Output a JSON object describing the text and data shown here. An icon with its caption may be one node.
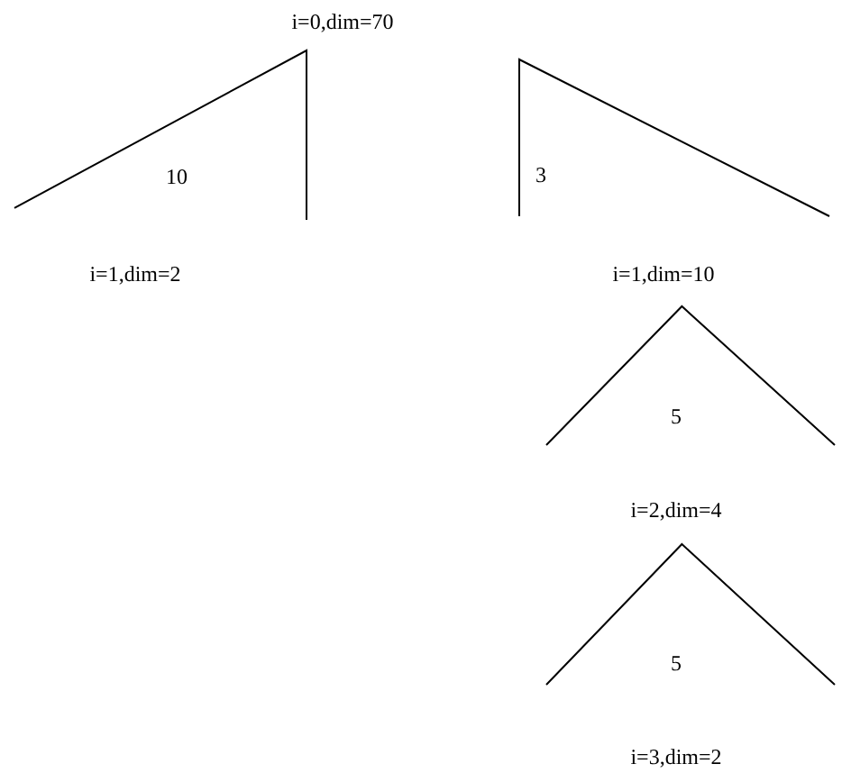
{
  "diagram": {
    "nodes": [
      {
        "text": [
          "i=0,dim=70"
        ]
      },
      {
        "text": [
          "10"
        ]
      },
      {
        "text": [
          "3"
        ]
      },
      {
        "text": [
          "i=1,dim=2"
        ]
      },
      {
        "text": [
          "i=1,dim=10"
        ]
      },
      {
        "text": [
          "5"
        ]
      },
      {
        "text": [
          "i=2,dim=4"
        ]
      },
      {
        "text": [
          "5"
        ]
      },
      {
        "text": [
          "i=3,dim=2"
        ]
      }
    ]
  }
}
